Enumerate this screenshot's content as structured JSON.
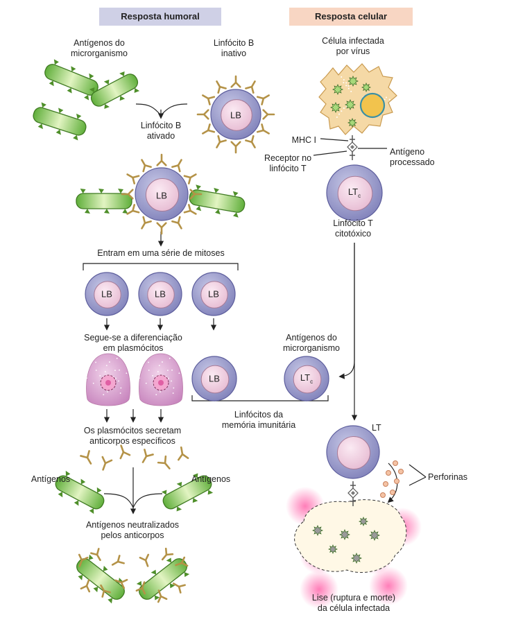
{
  "headers": {
    "humoral": "Resposta humoral",
    "celular": "Resposta celular"
  },
  "humoral": {
    "antigens_label": "Antígenos do\nmicrorganismo",
    "inactive_b_label": "Linfócito B\ninativo",
    "activated_b_label": "Linfócito B\nativado",
    "cell_label": "LB",
    "mitosis_label": "Entram em uma série de mitoses",
    "differentiation_label": "Segue-se a diferenciação\nem plasmócitos",
    "antibodies_label": "Os plasmócitos secretam\nanticorpos específicos",
    "antigens_left": "Antígenos",
    "antigens_right": "Antígenos",
    "neutralized_label": "Antígenos neutralizados\npelos anticorpos"
  },
  "celular": {
    "infected_cell_label": "Célula infectada\npor vírus",
    "mhc_label": "MHC I",
    "receptor_label": "Receptor no\nlinfócito T",
    "processed_antigen_label": "Antígeno\nprocessado",
    "ltc_main": "LT",
    "ltc_sub": "c",
    "cytotoxic_label": "Linfócito T\ncitotóxico",
    "micro_antigens_label": "Antígenos do\nmicrorganismo",
    "lt_label": "LT",
    "perforins_label": "Perforinas",
    "lysis_label": "Lise (ruptura e morte)\nda célula infectada"
  },
  "memory_label": "Linfócitos da\nmemória imunitária",
  "colors": {
    "bacterium": "#7cc24a",
    "bacterium_light": "#dff2bd",
    "lymph_outer": "#8f90c4",
    "lymph_inner": "#f2d7e6",
    "antibody": "#b49247",
    "plasma": "#cf94c4",
    "infected": "#f5d9a6",
    "header_humoral": "#cfd0e6",
    "header_celular": "#f8d6c3"
  }
}
